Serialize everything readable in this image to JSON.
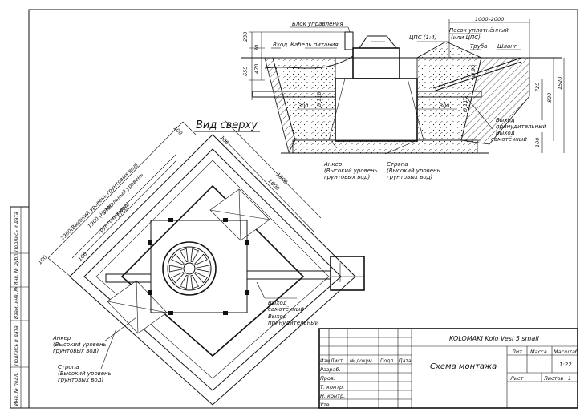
{
  "sheet": {
    "frame_stamp_labels": [
      "Подпись и дата",
      "Инв. № дубл.",
      "Взам. инв. №",
      "Подпись и дата",
      "Инв. № подл."
    ]
  },
  "section": {
    "labels": {
      "control": "Блок управления",
      "inlet": "Вход",
      "cable": "Кабель питания",
      "sand": "Песок уплотнённый",
      "sand2": "(или ЦПС)",
      "cps": "ЦПС (1:4)",
      "pipe": "Труба",
      "hose": "Шланг",
      "out_forced": "Выход",
      "out_forced2": "принудительный",
      "out_gravity": "Выход",
      "out_gravity2": "самотёчный",
      "anchor": "Анкер",
      "anchor2": "(Высокий уровень",
      "anchor3": "грунтовых вод)",
      "sling": "Стропа",
      "sling2": "(Высокий уровень",
      "sling3": "грунтовых вод)"
    },
    "dims": {
      "d230": "230",
      "d30": "30",
      "d470": "470",
      "d655": "655",
      "d1000": "1000–2000",
      "d110a": "Ø 110",
      "d300a": "300",
      "d300b": "300",
      "d110b": "Ø 110",
      "d90": "Ø 90",
      "d725": "725",
      "d820": "820",
      "d1520": "1520",
      "d100": "100"
    }
  },
  "topview": {
    "title": "Вид сверху",
    "dims": {
      "d2900": "2900(Высокий уровень грунтовых вод)",
      "d1900": "1900 (Нормальный уровень",
      "d1900b": "грунтовых вод)",
      "d1700a": "1700",
      "d1700b": "1700",
      "d1800": "1800",
      "d1600": "1600",
      "d100a": "100",
      "d100b": "100",
      "d100c": "100",
      "d100d": "100"
    },
    "labels": {
      "out_gravity": "Выход",
      "out_gravity2": "самотёчный",
      "out_forced": "Выход",
      "out_forced2": "принудительный",
      "anchor": "Анкер",
      "anchor2": "(Высокий уровень",
      "anchor3": "грунтовых вод)",
      "sling": "Стропа",
      "sling2": "(Высокий уровень",
      "sling3": "грунтовых вод)"
    }
  },
  "titleblock": {
    "product": "KOLOMAKI Kolo Vesi 5 small",
    "drawing": "Схема монтажа",
    "col_izm": "Изм",
    "col_list": "Лист",
    "col_doc": "№ докум.",
    "col_sign": "Подп.",
    "col_date": "Дата",
    "razrab": "Разраб.",
    "prov": "Пров.",
    "tkontr": "Т. контр.",
    "nkontr": "Н. контр.",
    "utv": "Утв.",
    "lit": "Лит.",
    "mass": "Масса",
    "scale_lbl": "Масштаб",
    "scale": "1:22",
    "sheet_lbl": "Лист",
    "sheets_lbl": "Листов",
    "sheets": "1"
  }
}
